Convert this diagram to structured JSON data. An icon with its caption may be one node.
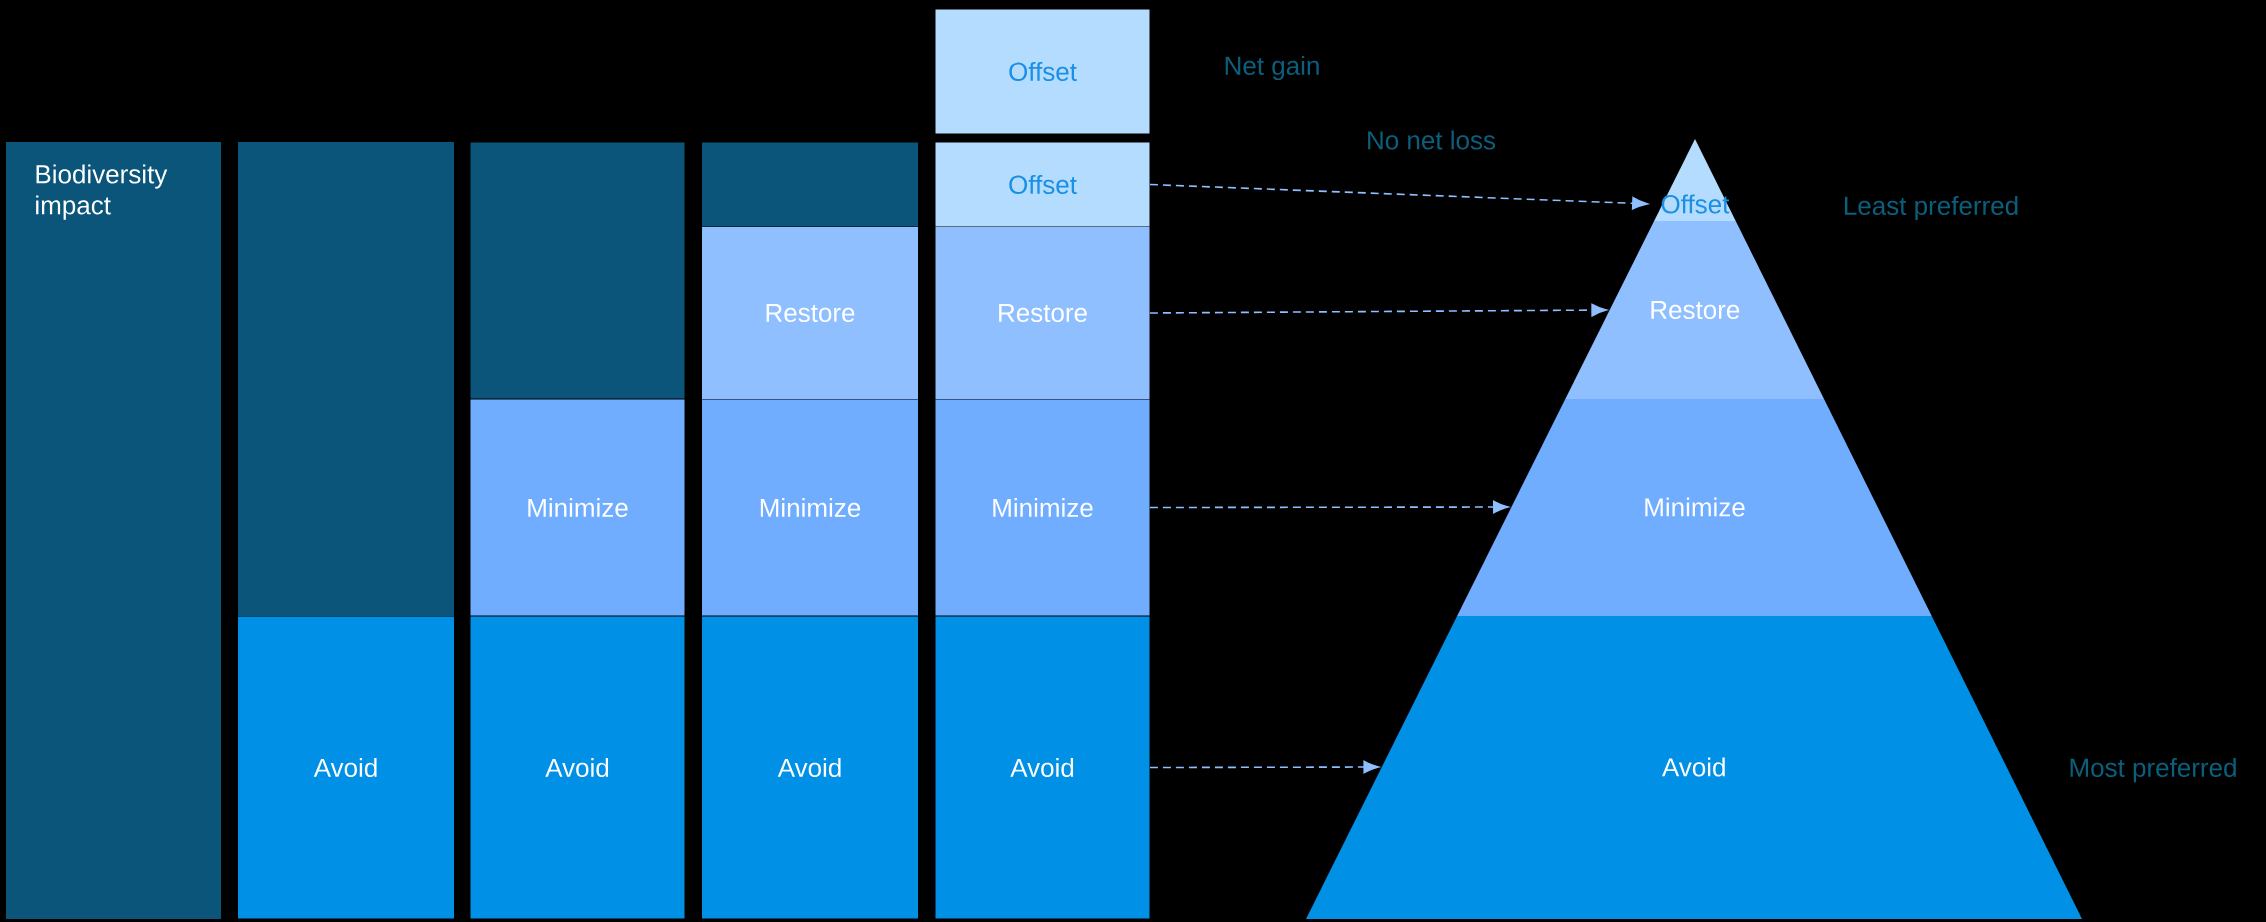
{
  "diagram": {
    "nodes": [
      {
        "text": [
          "Biodiversity impact"
        ]
      },
      {
        "text": [],
        "shape": "bar"
      },
      {
        "text": [
          "Avoid"
        ]
      },
      {
        "text": [],
        "shape": "bar"
      },
      {
        "text": [
          "Minimize"
        ]
      },
      {
        "text": [
          "Avoid"
        ]
      },
      {
        "text": [],
        "shape": "bar"
      },
      {
        "text": [
          "Restore"
        ]
      },
      {
        "text": [
          "Minimize"
        ]
      },
      {
        "text": [
          "Avoid"
        ]
      },
      {
        "text": [
          "Offset"
        ]
      },
      {
        "text": [
          "Offset"
        ]
      },
      {
        "text": [
          "Restore"
        ]
      },
      {
        "text": [
          "Minimize"
        ]
      },
      {
        "text": [
          "Avoid"
        ]
      },
      {
        "text": [
          "Offset"
        ]
      },
      {
        "text": [
          "Restore"
        ]
      },
      {
        "text": [
          "Minimize"
        ]
      },
      {
        "text": [
          "Avoid"
        ]
      }
    ],
    "edges": [
      {
        "from": 11,
        "to": 15,
        "arrow": "to",
        "style": "dashed"
      },
      {
        "from": 12,
        "to": 16,
        "arrow": "to",
        "style": "dashed"
      },
      {
        "from": 13,
        "to": 17,
        "arrow": "to",
        "style": "dashed"
      },
      {
        "from": 14,
        "to": 18,
        "arrow": "to",
        "style": "dashed"
      }
    ],
    "labels": [
      "Net gain",
      "No net loss",
      "Least preferred",
      "Most preferred"
    ]
  }
}
